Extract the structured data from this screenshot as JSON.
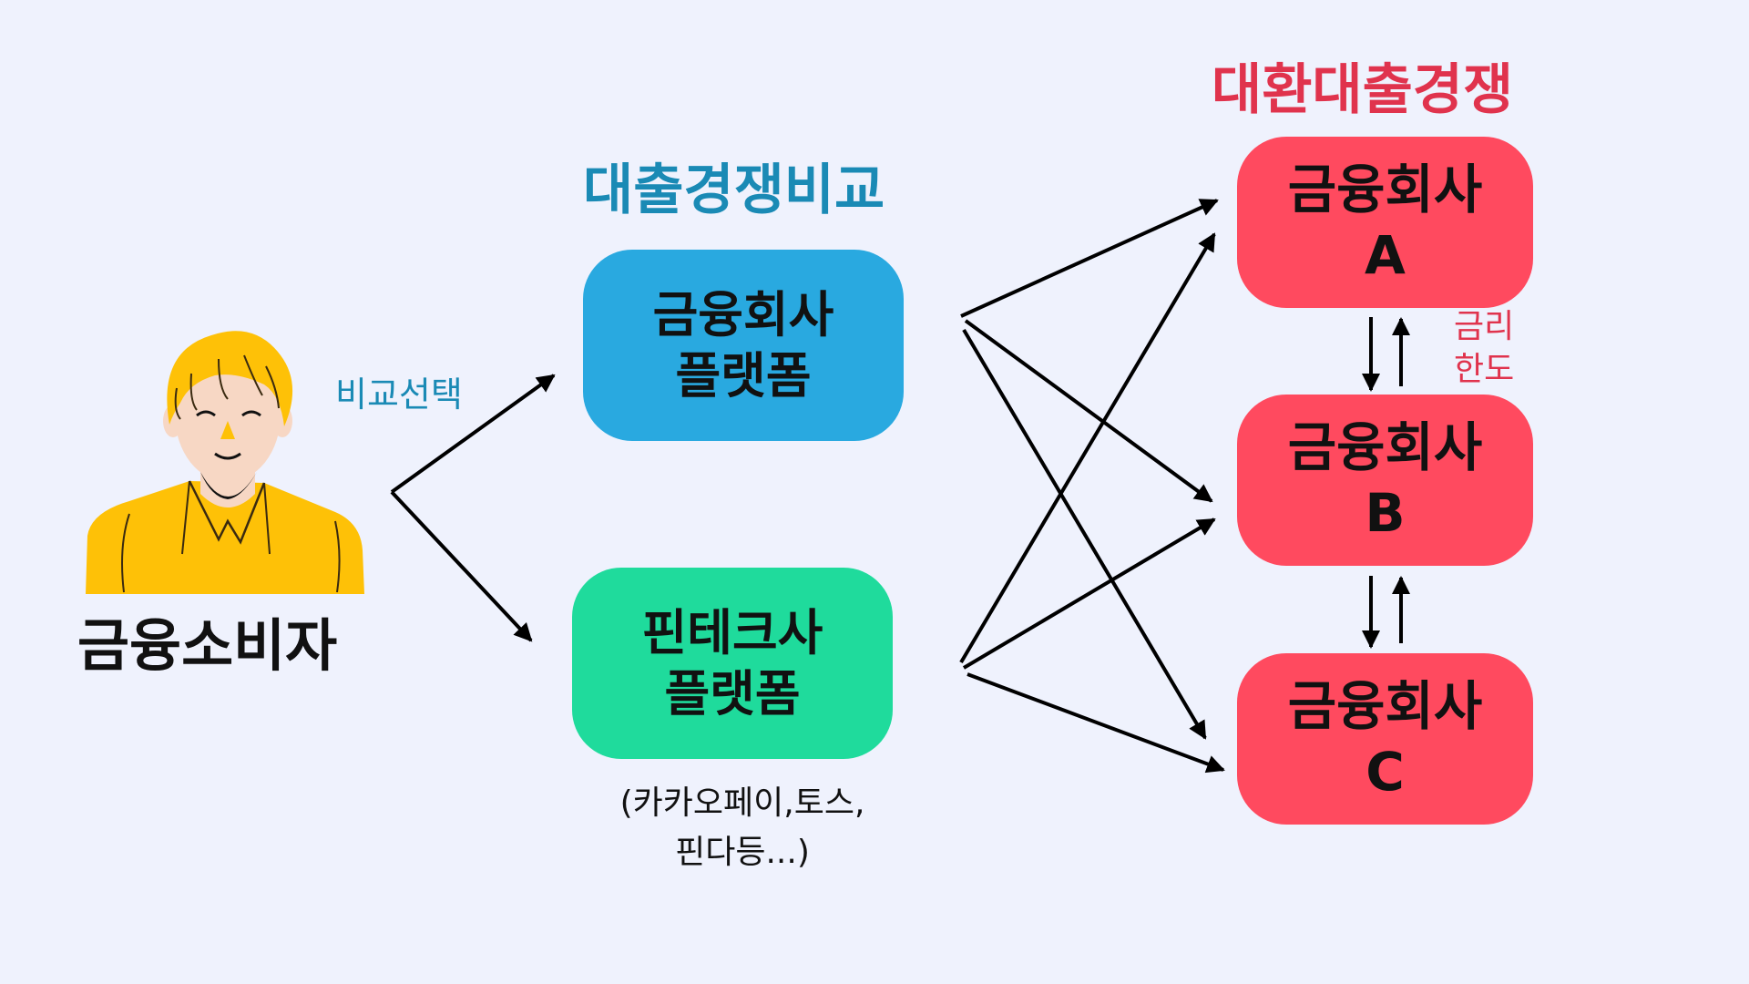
{
  "colors": {
    "background": "#eff2fd",
    "blue_title": "#1a8ab5",
    "red_title": "#e0334d",
    "platform_blue": "#29a9e0",
    "fintech_green": "#1fdb9c",
    "company_red": "#ff4a5f",
    "person_yellow": "#fec107"
  },
  "consumer": {
    "label": "금융소비자",
    "icon": "person-illustration"
  },
  "compare_select_label": "비교선택",
  "comparison_title": "대출경쟁비교",
  "refinance_title": "대환대출경쟁",
  "platforms": [
    {
      "line1": "금융회사",
      "line2": "플랫폼"
    },
    {
      "line1": "핀테크사",
      "line2": "플랫폼"
    }
  ],
  "fintech_examples": {
    "line1": "(카카오페이,토스,",
    "line2": "핀다등...)"
  },
  "companies": [
    {
      "name": "금융회사",
      "letter": "A"
    },
    {
      "name": "금융회사",
      "letter": "B"
    },
    {
      "name": "금융회사",
      "letter": "C"
    }
  ],
  "rate_limit_label": {
    "line1": "금리",
    "line2": "한도"
  }
}
